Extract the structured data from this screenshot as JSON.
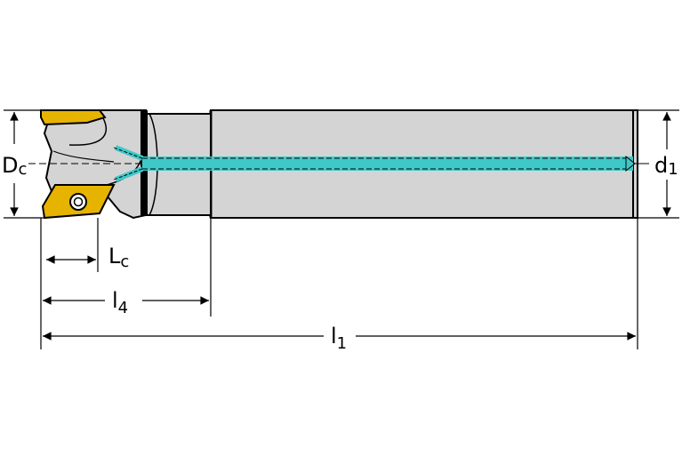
{
  "colors": {
    "body": "#d4d4d4",
    "insert": "#e6b400",
    "coolant": "#3fc8c8",
    "line": "#000000"
  },
  "labels": {
    "dc": {
      "main": "D",
      "sub": "c"
    },
    "d1": {
      "main": "d",
      "sub": "1"
    },
    "lc": {
      "main": "L",
      "sub": "c"
    },
    "l4": {
      "main": "l",
      "sub": "4"
    },
    "l1": {
      "main": "l",
      "sub": "1"
    }
  }
}
